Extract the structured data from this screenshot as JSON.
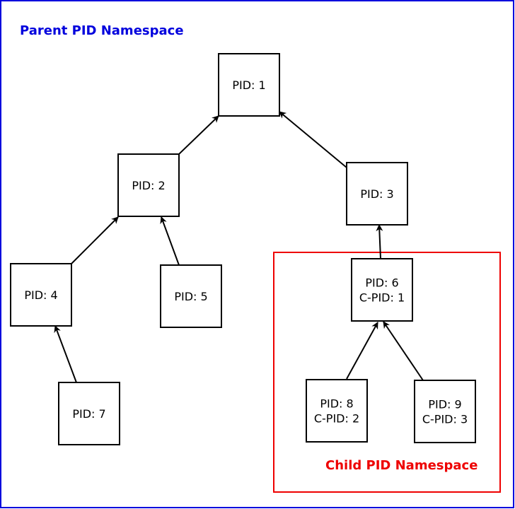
{
  "colors": {
    "parent_namespace": "#0000dd",
    "child_namespace": "#ee0000",
    "node_border": "#000000",
    "arrow": "#000000"
  },
  "parent_namespace": {
    "title": "Parent PID Namespace"
  },
  "child_namespace": {
    "title": "Child PID Namespace"
  },
  "nodes": {
    "pid1": {
      "lines": [
        "PID: 1"
      ]
    },
    "pid2": {
      "lines": [
        "PID: 2"
      ]
    },
    "pid3": {
      "lines": [
        "PID: 3"
      ]
    },
    "pid4": {
      "lines": [
        "PID: 4"
      ]
    },
    "pid5": {
      "lines": [
        "PID: 5"
      ]
    },
    "pid6": {
      "lines": [
        "PID: 6",
        "C-PID: 1"
      ]
    },
    "pid7": {
      "lines": [
        "PID: 7"
      ]
    },
    "pid8": {
      "lines": [
        "PID: 8",
        "C-PID: 2"
      ]
    },
    "pid9": {
      "lines": [
        "PID: 9",
        "C-PID: 3"
      ]
    }
  },
  "edges": [
    {
      "from": "pid2",
      "to": "pid1"
    },
    {
      "from": "pid3",
      "to": "pid1"
    },
    {
      "from": "pid4",
      "to": "pid2"
    },
    {
      "from": "pid5",
      "to": "pid2"
    },
    {
      "from": "pid7",
      "to": "pid4"
    },
    {
      "from": "pid6",
      "to": "pid3"
    },
    {
      "from": "pid8",
      "to": "pid6"
    },
    {
      "from": "pid9",
      "to": "pid6"
    }
  ]
}
